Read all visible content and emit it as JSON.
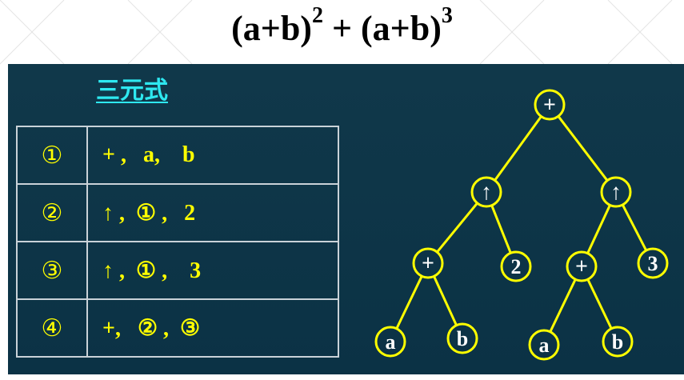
{
  "title": {
    "base": "(a+b)",
    "exp1": "2",
    "plus": " + ",
    "base2": "(a+b)",
    "exp2": "3"
  },
  "heading": "三元式",
  "triples": [
    {
      "index": "①",
      "value": "+ ,   a,    b"
    },
    {
      "index": "②",
      "value": "↑ ,  ① ,   2"
    },
    {
      "index": "③",
      "value": "↑ ,  ① ,    3"
    },
    {
      "index": "④",
      "value": "+,   ② ,  ③"
    }
  ],
  "tree": {
    "nodes": [
      {
        "id": "root",
        "label": "+"
      },
      {
        "id": "pow1",
        "label": "↑"
      },
      {
        "id": "pow2",
        "label": "↑"
      },
      {
        "id": "plus1",
        "label": "+"
      },
      {
        "id": "two",
        "label": "2"
      },
      {
        "id": "plus2",
        "label": "+"
      },
      {
        "id": "three",
        "label": "3"
      },
      {
        "id": "a1",
        "label": "a"
      },
      {
        "id": "b1",
        "label": "b"
      },
      {
        "id": "a2",
        "label": "a"
      },
      {
        "id": "b2",
        "label": "b"
      }
    ],
    "edges": [
      [
        "root",
        "pow1"
      ],
      [
        "root",
        "pow2"
      ],
      [
        "pow1",
        "plus1"
      ],
      [
        "pow1",
        "two"
      ],
      [
        "pow2",
        "plus2"
      ],
      [
        "pow2",
        "three"
      ],
      [
        "plus1",
        "a1"
      ],
      [
        "plus1",
        "b1"
      ],
      [
        "plus2",
        "a2"
      ],
      [
        "plus2",
        "b2"
      ]
    ]
  },
  "colors": {
    "panel": "#0b3245",
    "text": "#ffff00",
    "heading": "#2ee8f0",
    "node_stroke": "#ffff00",
    "node_text": "#ffffff"
  }
}
